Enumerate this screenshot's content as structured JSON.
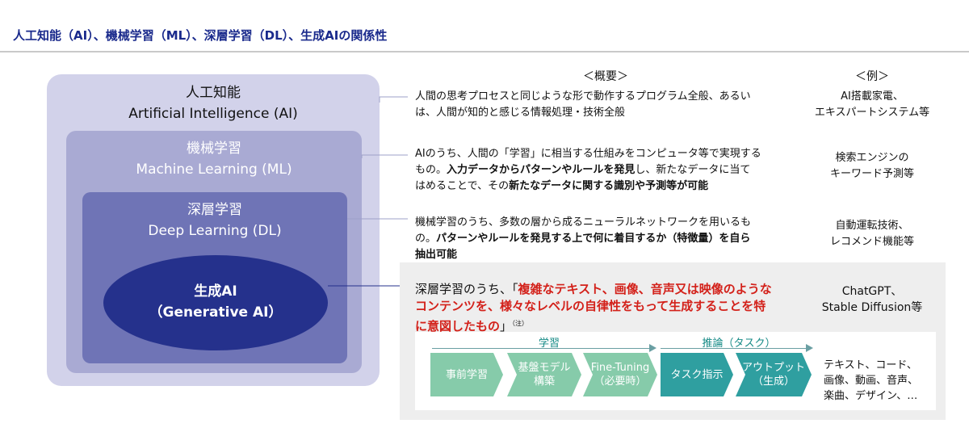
{
  "title": "人工知能（AI）、機械学習（ML）、深層学習（DL）、生成AIの関係性",
  "columns": {
    "overview": "＜概要＞",
    "example": "＜例＞"
  },
  "layers": {
    "ai": {
      "ja": "人工知能",
      "en": "Artificial Intelligence (AI)"
    },
    "ml": {
      "ja": "機械学習",
      "en": "Machine Learning (ML)"
    },
    "dl": {
      "ja": "深層学習",
      "en": "Deep Learning (DL)"
    },
    "gen": {
      "ja": "生成AI",
      "en": "（Generative AI）"
    }
  },
  "descriptions": {
    "ai": {
      "t1": "人間の思考プロセスと同じような形で動作するプログラム全般、あるい",
      "t2": "は、人間が知的と感じる情報処理・技術全般"
    },
    "ml": {
      "t1": "AIのうち、人間の「学習」に相当する仕組みをコンピュータ等で実現する",
      "t2": "もの。",
      "b1": "入力データからパターンやルールを発見",
      "t3": "し、新たなデータに当て",
      "t4": "はめることで、その",
      "b2": "新たなデータに関する識別や予測等が可能"
    },
    "dl": {
      "t1": "機械学習のうち、多数の層から成るニューラルネットワークを用いるも",
      "t2": "の。",
      "b1": "パターンやルールを発見する上で何に着目するか（特徴量）を自ら",
      "b2": "抽出可能"
    },
    "gen": {
      "t1": "深層学習のうち、「",
      "r1": "複雑なテキスト、画像、音声又は映像のような",
      "r2": "コンテンツを、様々なレベルの自律性をもって生成することを特",
      "r3": "に意図したもの",
      "t2": "」",
      "note": "（注）"
    }
  },
  "examples": {
    "ai": [
      "AI搭載家電、",
      "エキスパートシステム等"
    ],
    "ml": [
      "検索エンジンの",
      "キーワード予測等"
    ],
    "dl": [
      "自動運転技術、",
      "レコメンド機能等"
    ],
    "gen": [
      "ChatGPT、",
      "Stable Diffusion等"
    ]
  },
  "process": {
    "phase_learning": "学習",
    "phase_inference": "推論（タスク）",
    "steps": [
      {
        "l1": "事前学習",
        "l2": ""
      },
      {
        "l1": "基盤モデル",
        "l2": "構築"
      },
      {
        "l1": "Fine-Tuning",
        "l2": "（必要時）"
      },
      {
        "l1": "タスク指示",
        "l2": ""
      },
      {
        "l1": "アウトプット",
        "l2": "（生成）"
      }
    ],
    "outputs": [
      "テキスト、コード、",
      "画像、動画、音声、",
      "楽曲、デザイン、…"
    ]
  },
  "colors": {
    "title": "#1a2a8c",
    "ai": "#d2d2ea",
    "ml": "#a9aad3",
    "dl": "#6f74b6",
    "gen": "#25318c",
    "highlight": "#d3211a",
    "step_light": "#86cbaa",
    "step_dark": "#2f9fa0",
    "phase": "#158a86"
  }
}
